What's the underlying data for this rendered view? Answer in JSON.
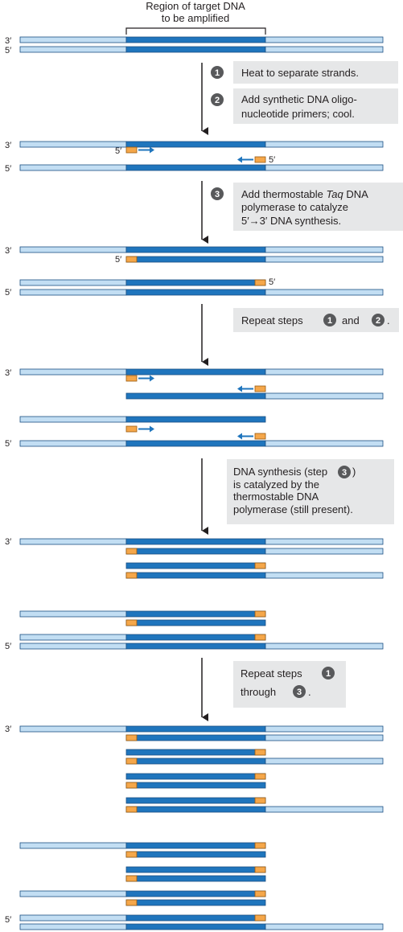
{
  "header": {
    "line1": "Region of target DNA",
    "line2": "to be amplified"
  },
  "end_labels": {
    "three_prime": "3′",
    "five_prime": "5′"
  },
  "steps": {
    "step1": {
      "number": "1",
      "text": "Heat to separate strands."
    },
    "step2": {
      "number": "2",
      "line1": "Add synthetic DNA oligo-",
      "line2": "nucleotide primers; cool."
    },
    "step3": {
      "number": "3",
      "line1_pre": "Add thermostable ",
      "line1_em": "Taq",
      "line1_post": " DNA",
      "line2": "polymerase to catalyze",
      "line3": "5′→3′ DNA synthesis."
    },
    "repeat12": {
      "pre": "Repeat steps",
      "n1": "1",
      "mid": "and",
      "n2": "2",
      "post": "."
    },
    "synthesis": {
      "line1_pre": "DNA synthesis (step",
      "n": "3",
      "line1_post": ")",
      "line2": "is catalyzed by the",
      "line3": "thermostable DNA",
      "line4": "polymerase (still present)."
    },
    "repeat13": {
      "line1": "Repeat steps",
      "n1": "1",
      "line2": "through",
      "n2": "3",
      "post": "."
    }
  },
  "colors": {
    "target_region": "#1f75bd",
    "flanking_region": "#c2def3",
    "strand_outline": "#1b4f82",
    "primer": "#f5a74a",
    "primer_outline": "#9a5a10",
    "arrow_blue": "#1f75bd",
    "step_badge": "#58595b",
    "note_background": "#e6e7e8",
    "process_arrow": "#231f20"
  }
}
